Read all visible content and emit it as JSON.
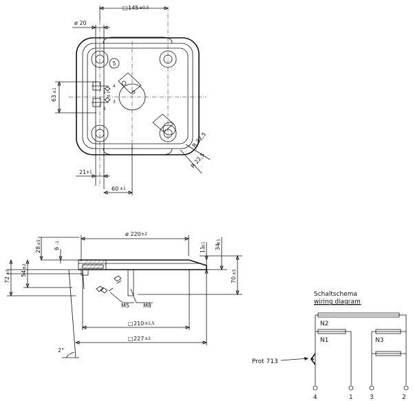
{
  "top_view": {
    "dim_width": "145",
    "dim_width_tol": "±0,5",
    "dim_hole": "ø 20",
    "dim_height": "63",
    "dim_height_tol": "±1",
    "dim_left": "21",
    "dim_left_tol": "±1",
    "dim_offset": "60",
    "dim_offset_tol": "±1",
    "radius_outer": "R 32,5",
    "radius_inner": "R 22,5",
    "circle_label": "5",
    "terminal_labels": [
      "1",
      "2",
      "3",
      "4"
    ]
  },
  "side_view": {
    "dim_diameter": "ø 220",
    "dim_diameter_tol": "±2",
    "dim_28": "28",
    "dim_28_tol": "±5",
    "dim_6": "6",
    "dim_6_tol": "-1",
    "dim_72": "72",
    "dim_72_tol": "±5",
    "dim_54": "54",
    "dim_54_tol": "±2",
    "dim_11": "11",
    "dim_11_tol": "±1",
    "dim_34": "34",
    "dim_34_tol": "±1",
    "dim_70": "70",
    "dim_70_tol": "±5",
    "screw_m5": "M5",
    "screw_m8": "M8",
    "dim_210": "210",
    "dim_210_tol": "±1,5",
    "dim_227": "227",
    "dim_227_tol": "±2",
    "square_symbol": "□",
    "angle": "2°"
  },
  "wiring": {
    "title": "Schaltschema",
    "subtitle": "wiring diagram",
    "n2": "N2",
    "n1": "N1",
    "n3": "N3",
    "protector": "Prot 713",
    "terminals": [
      "4",
      "1",
      "3",
      "2"
    ]
  }
}
